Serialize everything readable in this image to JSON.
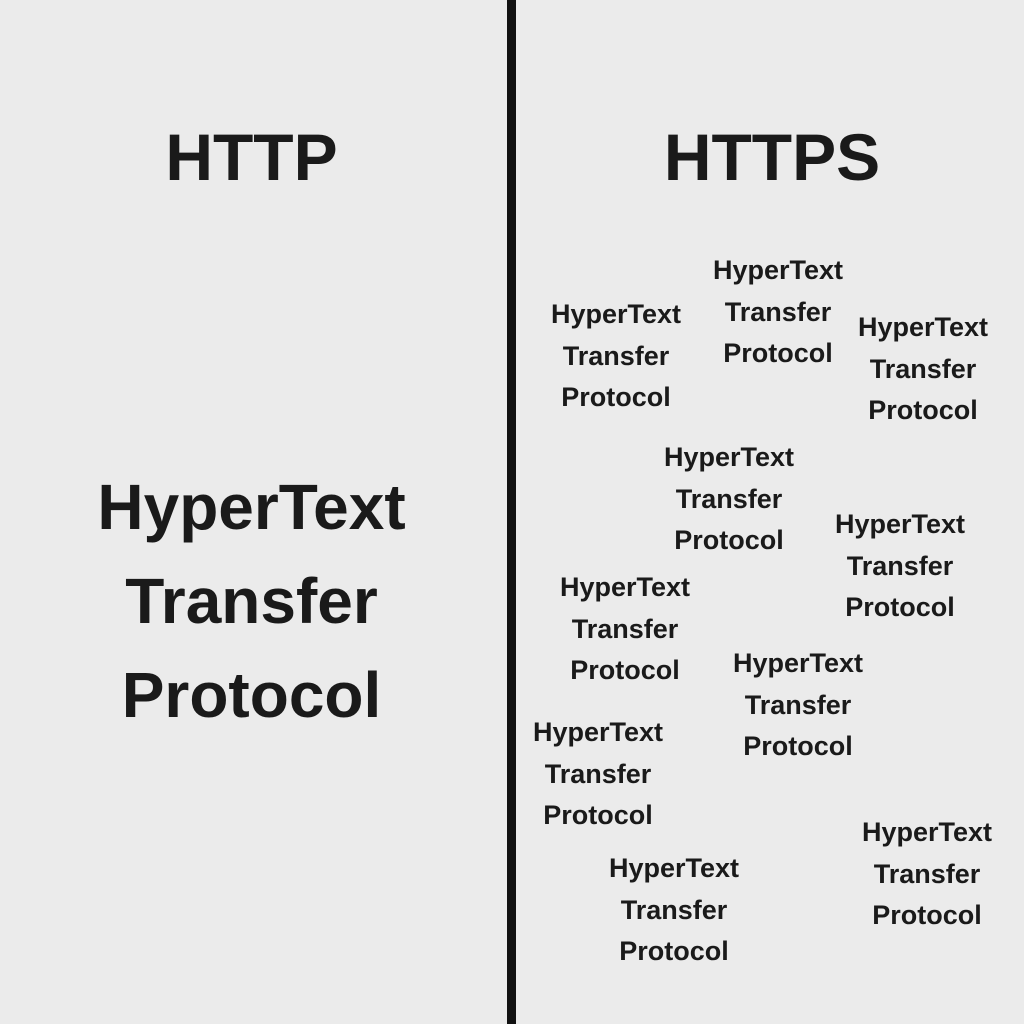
{
  "left": {
    "heading": "HTTP",
    "phrase": [
      "HyperText",
      "Transfer",
      "Protocol"
    ]
  },
  "right": {
    "heading": "HTTPS",
    "copies": [
      [
        "HyperText",
        "Transfer",
        "Protocol"
      ],
      [
        "HyperText",
        "Transfer",
        "Protocol"
      ],
      [
        "HyperText",
        "Transfer",
        "Protocol"
      ],
      [
        "HyperText",
        "Transfer",
        "Protocol"
      ],
      [
        "HyperText",
        "Transfer",
        "Protocol"
      ],
      [
        "HyperText",
        "Transfer",
        "Protocol"
      ],
      [
        "HyperText",
        "Transfer",
        "Protocol"
      ],
      [
        "HyperText",
        "Transfer",
        "Protocol"
      ],
      [
        "HyperText",
        "Transfer",
        "Protocol"
      ],
      [
        "HyperText",
        "Transfer",
        "Protocol"
      ]
    ]
  },
  "colors": {
    "background": "#ebebeb",
    "text": "#1a1a1a",
    "divider": "#111111"
  }
}
